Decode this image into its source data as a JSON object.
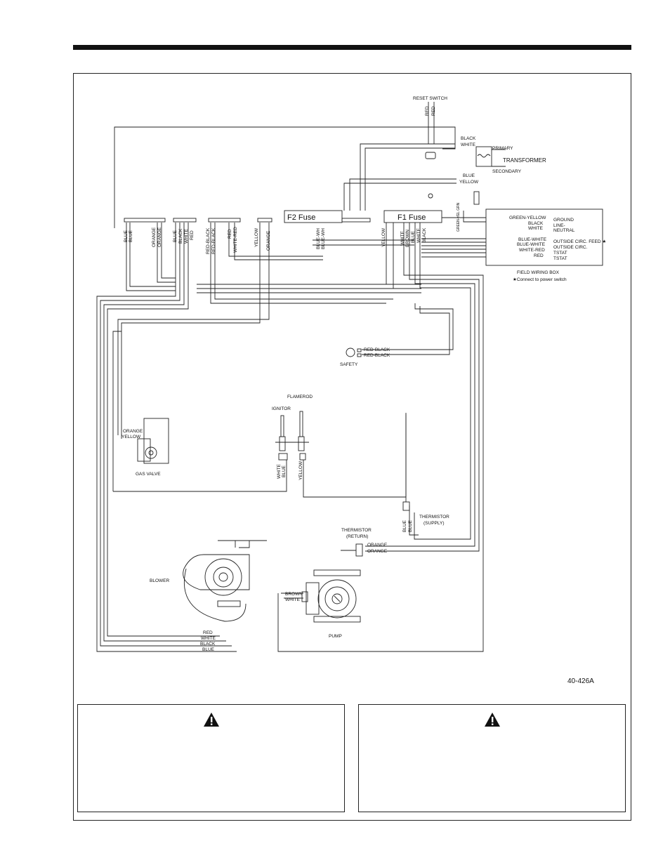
{
  "diagram": {
    "reset_switch": "RESET SWITCH",
    "reset_wires": [
      "RED",
      "RED"
    ],
    "transformer": "TRANSFORMER",
    "primary": "PRIMARY",
    "secondary": "SECONDARY",
    "transformer_wires": [
      "BLACK",
      "WHITE",
      "BLUE",
      "YELLOW"
    ],
    "f2_fuse": "F2 Fuse",
    "f1_fuse": "F1 Fuse",
    "grn_yel_label": "GREEN-YEL GRN",
    "connector_wires": {
      "group1": [
        "BLUE",
        "BLUE",
        "ORANGE",
        "ORANGE"
      ],
      "group2": [
        "BLUE",
        "BLACK",
        "WHITE",
        "RED"
      ],
      "group3": [
        "RED-BLACK",
        "RED-BLACK",
        "RED",
        "WHITE-RED"
      ],
      "group4": [
        "YELLOW",
        "ORANGE"
      ],
      "f2_side": [
        "BLUE-WH",
        "BLUE-WH"
      ],
      "f1_side": [
        "YELLOW",
        "WHITE",
        "BROWN",
        "BLUE",
        "WHITE",
        "BLACK"
      ]
    },
    "field_wiring": {
      "title": "FIELD WIRING BOX",
      "note": "★Connect to power switch",
      "wires": [
        "GREEN-YELLOW",
        "BLACK",
        "WHITE",
        "BLUE-WHITE",
        "BLUE-WHITE",
        "WHITE-RED",
        "RED"
      ],
      "terminals": [
        "GROUND",
        "LINE-",
        "NEUTRAL",
        "OUTSIDE CIRC. FEED ★",
        "OUTSIDE CIRC.",
        "TSTAT",
        "TSTAT"
      ]
    },
    "safety": "SAFETY",
    "safety_wires": [
      "RED-BLACK",
      "RED-BLACK"
    ],
    "flamerod": "FLAMEROD",
    "ignitor": "IGNITOR",
    "ignitor_wires": [
      "WHITE",
      "BLUE"
    ],
    "flamerod_wire": "YELLOW",
    "gas_valve": "GAS VALVE",
    "gas_valve_wires": [
      "ORANGE",
      "YELLOW"
    ],
    "thermistor_supply": [
      "THERMISTOR",
      "(SUPPLY)"
    ],
    "thermistor_supply_wires": [
      "BLUE",
      "BLUE"
    ],
    "thermistor_return": [
      "THERMISTOR",
      "(RETURN)"
    ],
    "thermistor_return_wires": [
      "ORANGE",
      "ORANGE"
    ],
    "blower": "BLOWER",
    "blower_wires": [
      "RED",
      "WHITE",
      "BLACK",
      "BLUE"
    ],
    "pump": "PUMP",
    "pump_wires": [
      "BROWN",
      "WHITE"
    ]
  },
  "figure_code": "40-426A"
}
